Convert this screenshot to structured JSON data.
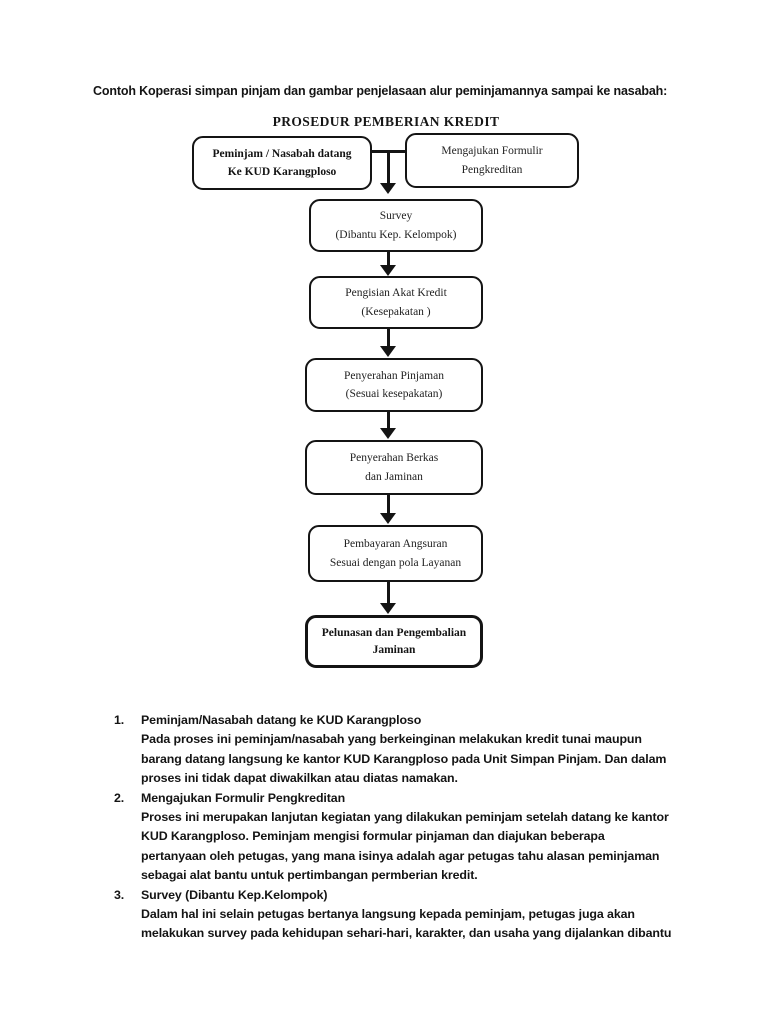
{
  "intro": "Contoh Koperasi simpan pinjam dan gambar penjelasaan alur peminjamannya sampai ke nasabah:",
  "flowchart": {
    "title": "PROSEDUR PEMBERIAN KREDIT",
    "start_box": {
      "line1": "Peminjam / Nasabah datang",
      "line2": "Ke KUD Karangploso"
    },
    "form_box": {
      "line1": "Mengajukan Formulir",
      "line2": "Pengkreditan"
    },
    "steps": [
      {
        "line1": "Survey",
        "line2": "(Dibantu Kep. Kelompok)"
      },
      {
        "line1": "Pengisian Akat Kredit",
        "line2": "(Kesepakatan )"
      },
      {
        "line1": "Penyerahan Pinjaman",
        "line2": "(Sesuai kesepakatan)"
      },
      {
        "line1": "Penyerahan Berkas",
        "line2": "dan Jaminan"
      },
      {
        "line1": "Pembayaran Angsuran",
        "line2": "Sesuai dengan pola Layanan"
      },
      {
        "line1": "Pelunasan dan Pengembalian",
        "line2": "Jaminan"
      }
    ]
  },
  "explanations": [
    {
      "number": "1.",
      "heading": "Peminjam/Nasabah datang ke KUD Karangploso",
      "body": "Pada proses ini peminjam/nasabah yang berkeinginan melakukan kredit tunai maupun barang datang langsung ke kantor KUD Karangploso pada Unit Simpan Pinjam. Dan dalam proses ini tidak dapat diwakilkan atau diatas namakan."
    },
    {
      "number": "2.",
      "heading": "Mengajukan Formulir Pengkreditan",
      "body": "Proses ini merupakan lanjutan kegiatan yang dilakukan peminjam setelah datang ke kantor KUD Karangploso. Peminjam mengisi formular pinjaman dan diajukan beberapa pertanyaan oleh petugas, yang mana isinya adalah agar petugas tahu alasan peminjaman sebagai alat bantu untuk pertimbangan permberian kredit."
    },
    {
      "number": "3.",
      "heading": "Survey (Dibantu Kep.Kelompok)",
      "body": "Dalam hal ini selain petugas bertanya langsung kepada peminjam, petugas juga akan melakukan survey pada kehidupan sehari-hari, karakter, dan usaha yang dijalankan dibantu"
    }
  ]
}
